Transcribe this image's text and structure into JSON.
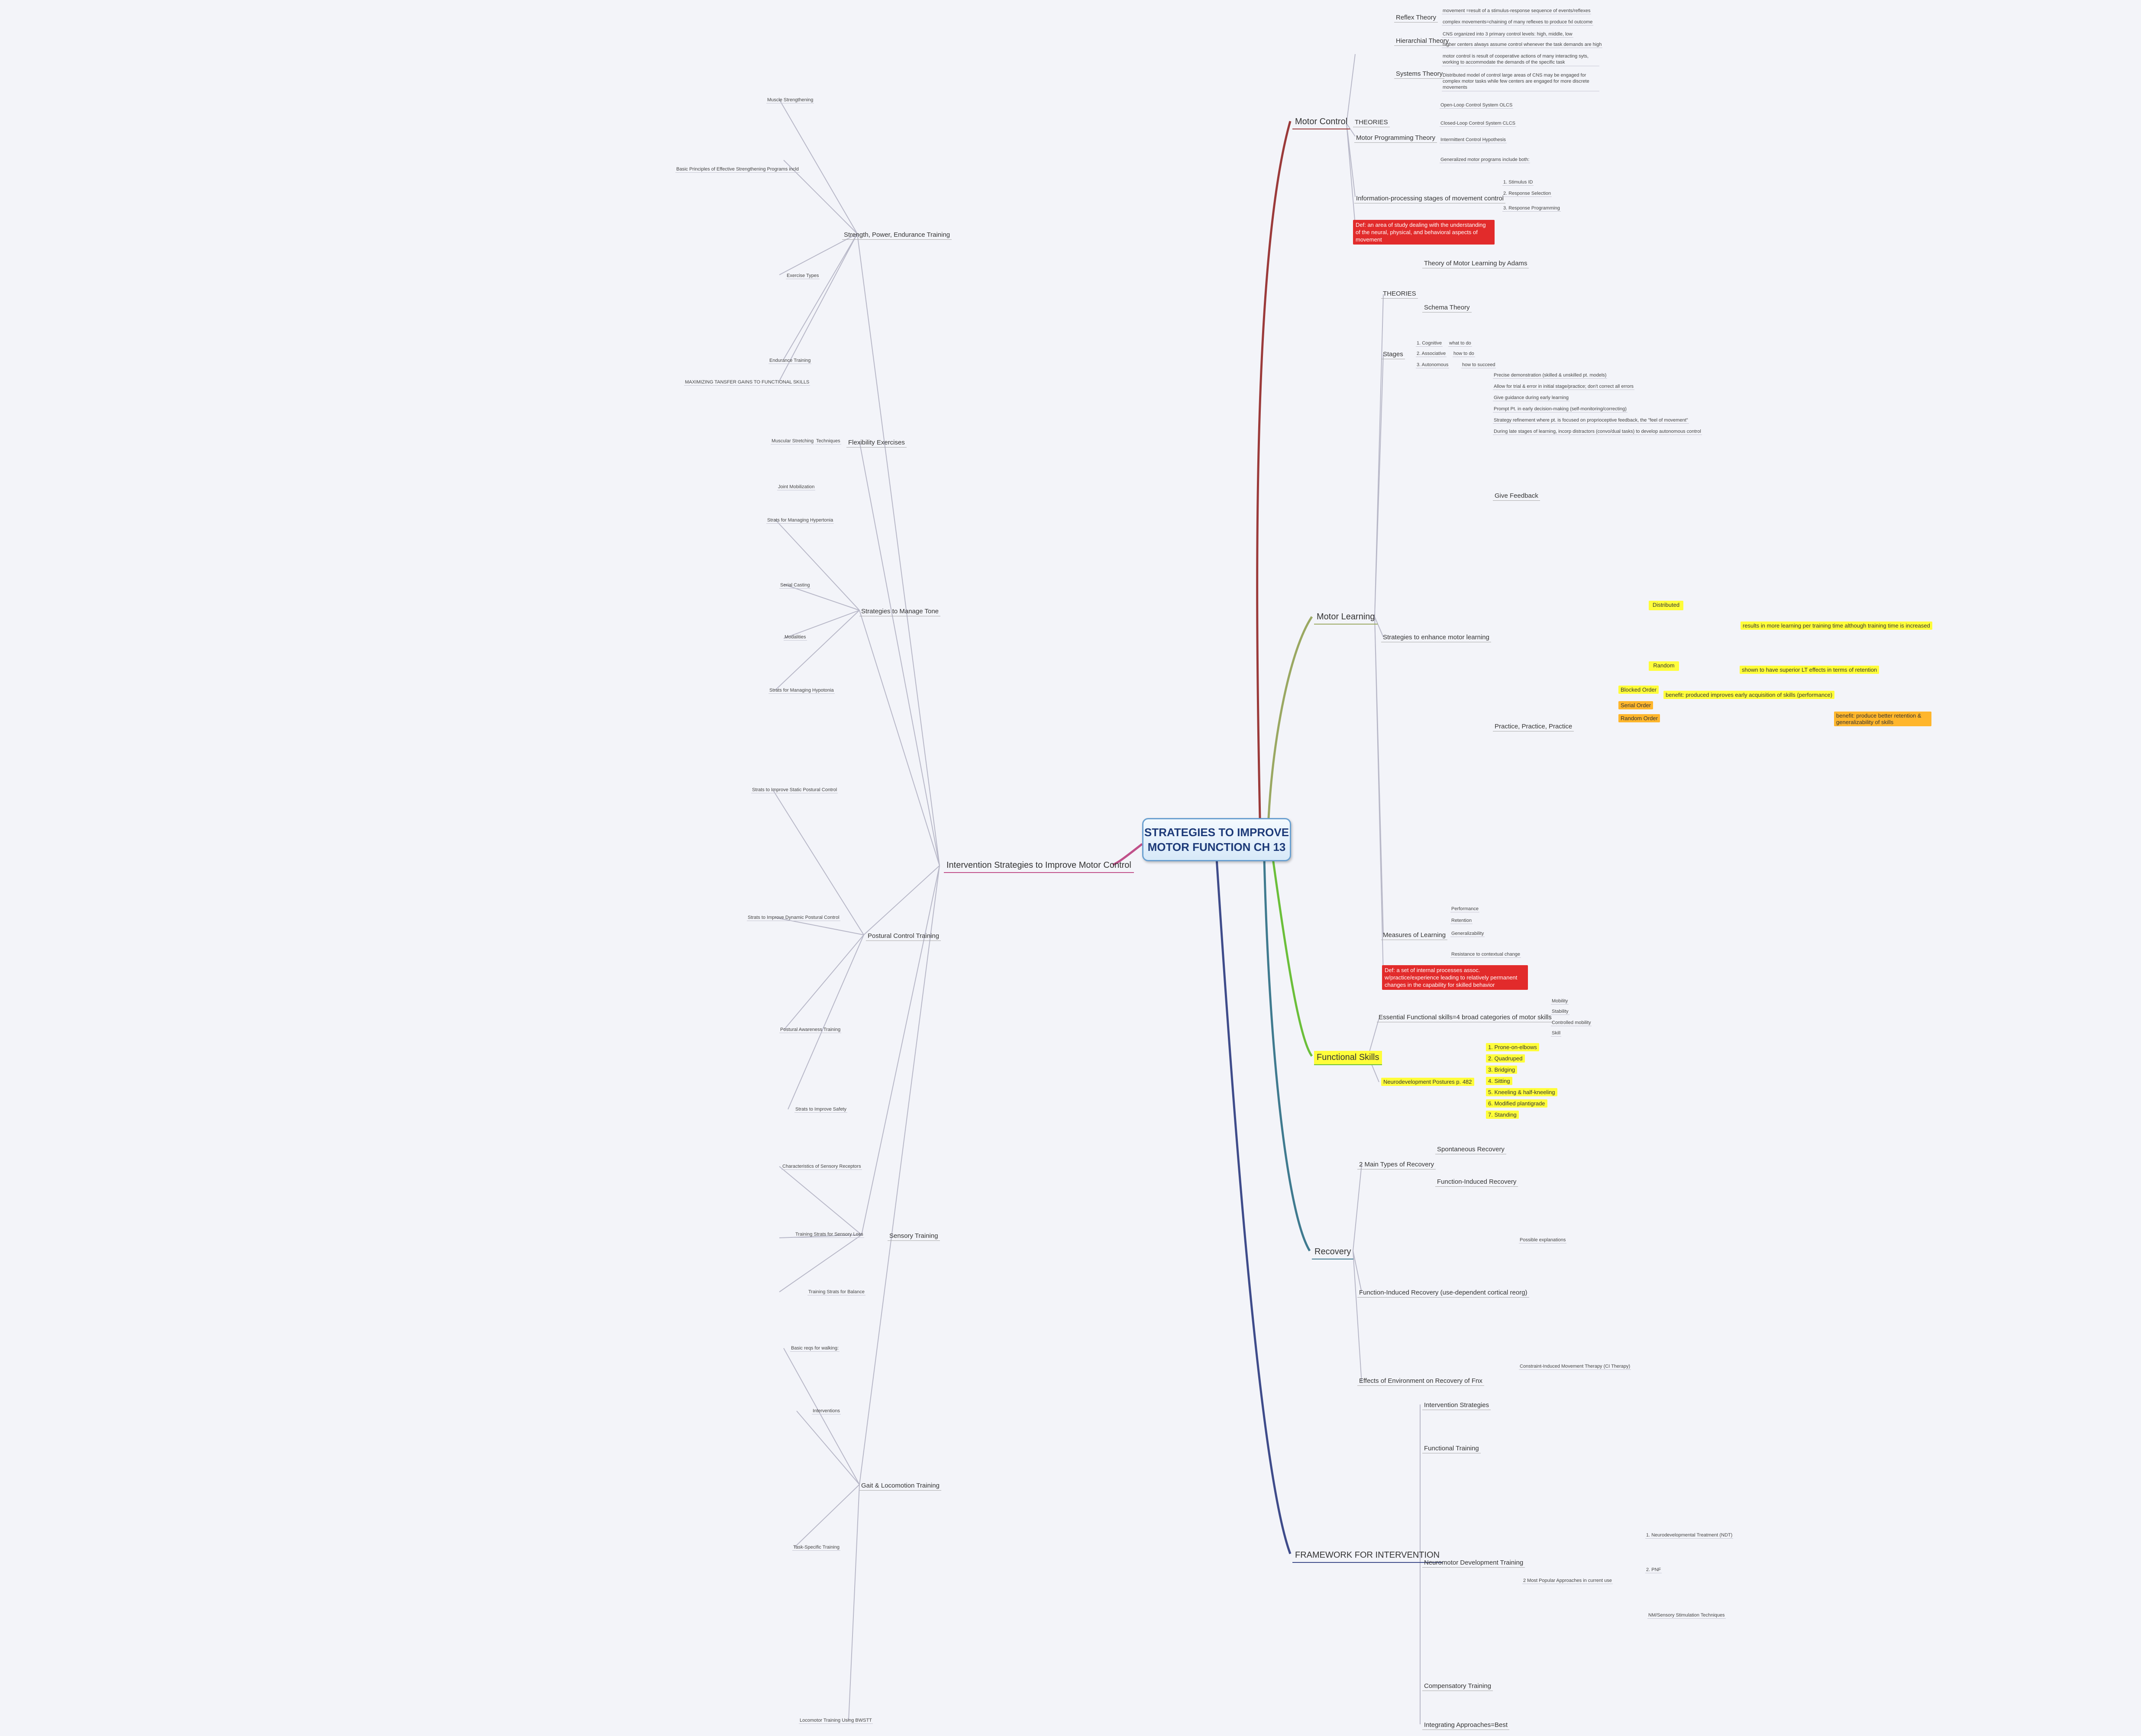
{
  "central_topic": {
    "line1": "STRATEGIES TO IMPROVE",
    "line2": "MOTOR FUNCTION CH 13"
  },
  "branch_colors": {
    "motor_control": "#9b3a3a",
    "motor_learning": "#9aa862",
    "functional_skills": "#6bbf3a",
    "recovery": "#3f7a8f",
    "framework": "#3e4b8a",
    "intervention": "#c0508a"
  },
  "main_topics": {
    "motor_control": "Motor Control",
    "motor_learning": "Motor Learning",
    "functional_skills": "Functional Skills",
    "recovery": "Recovery",
    "framework": "FRAMEWORK FOR INTERVENTION",
    "intervention": "Intervention Strategies to Improve Motor Control"
  },
  "motor_control": {
    "theories": "THEORIES",
    "reflex": "Reflex Theory",
    "reflex_items": [
      "movement =result of a stimulus-response sequence of events/reflexes",
      "complex movements=chaining of many reflexes to produce fxl outcome"
    ],
    "hierarchical": "Hierarchial Theory",
    "hierarchical_items": [
      "CNS organized into 3 primary control levels: high, middle, low",
      "higher centers always assume control whenever the task demands are high"
    ],
    "systems": "Systems Theory",
    "systems_items": [
      "motor control is result of cooperative actions of many interacting syts, working to accommodate the demands of the specific task",
      "Distributed model of control large areas of CNS may be engaged for complex motor tasks while few centers are engaged for more discrete movements"
    ],
    "programming": "Motor Programming Theory",
    "programming_items": [
      "Open-Loop Control System OLCS",
      "Closed-Loop Control System CLCS",
      "Intermittent Control Hypothesis",
      "Generalized motor programs include both:"
    ],
    "info_processing": "Information-processing stages of movement control",
    "info_items": [
      "1. Stimulus ID",
      "2. Response Selection",
      "3. Response Programming"
    ],
    "def": "Def: an area of study dealing with the understanding of the neural, physical, and behavioral aspects of movement"
  },
  "motor_learning": {
    "theories": "THEORIES",
    "adams": "Theory of Motor Learning by Adams",
    "schema": "Schema Theory",
    "stages": "Stages",
    "stage_items": [
      "1. Cognitive",
      "2. Associative",
      "3. Autonomous"
    ],
    "stage_notes": [
      "what to do",
      "how to do",
      "how to succeed"
    ],
    "enhance": "Strategies to enhance motor learning",
    "enhance_items": [
      "Precise demonstration (skilled & unskilled pt. models)",
      "Allow for trial & error in initial stage/practice; don't correct all errors",
      "Give guidance during early learning",
      "Prompt Pt. in early decision-making (self-monitoring/correcting)",
      "Strategy refinement where pt. is focused on proprioceptive feedback, the \"feel of movement\"",
      "During late stages of learning, incorp distractors (convo/dual tasks) to develop autonomous control"
    ],
    "give_feedback": "Give Feedback",
    "practice": "Practice, Practice, Practice",
    "distributed": "Distributed",
    "random": "Random",
    "results_note": "results in more learning per training time although training time is increased",
    "shown_note": "shown to have superior LT effects in terms of retention",
    "blocked_order": "Blocked Order",
    "serial_order": "Serial Order",
    "random_order": "Random Order",
    "benefit_note": "benefit: produced improves early acquisition of skills (performance)",
    "benefit_orange": "benefit: produce better retention & generalizability of skills",
    "measures": "Measures of Learning",
    "measures_items": [
      "Performance",
      "Retention",
      "Generalizability",
      "Resistance to contextual change"
    ],
    "def": "Def: a set of internal processes assoc. w/practice/experience leading to relatively permanent changes in the capability for skilled behavior"
  },
  "functional_skills": {
    "essential": "Essential Functional skills=4 broad categories of motor skills",
    "essential_items": [
      "Mobility",
      "Stability",
      "Controlled mobility",
      "Skill"
    ],
    "neuro": "Neurodevelopment Postures p. 482",
    "postures": [
      "1. Prone-on-elbows",
      "2. Quadruped",
      "3. Bridging",
      "4. Sitting",
      "5. Kneeling & half-kneeling",
      "6. Modified plantigrade",
      "7. Standing"
    ]
  },
  "recovery": {
    "types": "2 Main Types of Recovery",
    "spontaneous": "Spontaneous Recovery",
    "function_induced": "Function-Induced Recovery",
    "fi_use": "Function-Induced Recovery (use-dependent cortical reorg)",
    "possible": "Possible explanations",
    "cimt": "Constraint-Induced Movement Therapy (CI Therapy)",
    "environment": "Effects of Environment on Recovery of Fnx"
  },
  "framework": {
    "intervention_strategies": "Intervention Strategies",
    "functional_training": "Functional Training",
    "ndt": "Neuromotor Development Training",
    "compensatory": "Compensatory Training",
    "integrating": "Integrating Approaches=Best",
    "approaches": "2 Most Popular Approaches in current use",
    "ndt1": "1. Neurodevelopmental Treatment (NDT)",
    "pnf": "2. PNF",
    "nms": "NM/Sensory Stimulation Techniques"
  },
  "intervention": {
    "strength": "Strength, Power, Endurance Training",
    "flexibility": "Flexibility Exercises",
    "tone": "Strategies to Manage Tone",
    "postural": "Postural Control Training",
    "sensory": "Sensory Training",
    "gait": "Gait & Locomotion Training",
    "strength_items": [
      "Muscle Strengthening",
      "Basic Principles of Effective Strengthening Programs incld",
      "Exercise Types",
      "Endurance Training",
      "MAXIMIZING TANSFER GAINS TO FUNCTIONAL SKILLS"
    ],
    "flex_items": [
      "Techniques",
      "Muscular Stretching",
      "Joint Mobilization"
    ],
    "tone_items": [
      "Strats for Managing Hypertonia",
      "Serial Casting",
      "Modalities",
      "Strats for Managing Hypotonia"
    ],
    "postural_items": [
      "Strats to Improve Static Postural Control",
      "Strats to Improve Dynamic Postural Control",
      "Postural Awareness Training",
      "Strats to Improve Safety"
    ],
    "sensory_items": [
      "Characteristics of Sensory Receptors",
      "Training Strats for Sensory Loss",
      "Training Strats for Balance"
    ],
    "gait_items": [
      "Basic reqs for walking:",
      "Interventions",
      "Task-Specific Training",
      "Locomotor Training Using BWSTT"
    ]
  }
}
